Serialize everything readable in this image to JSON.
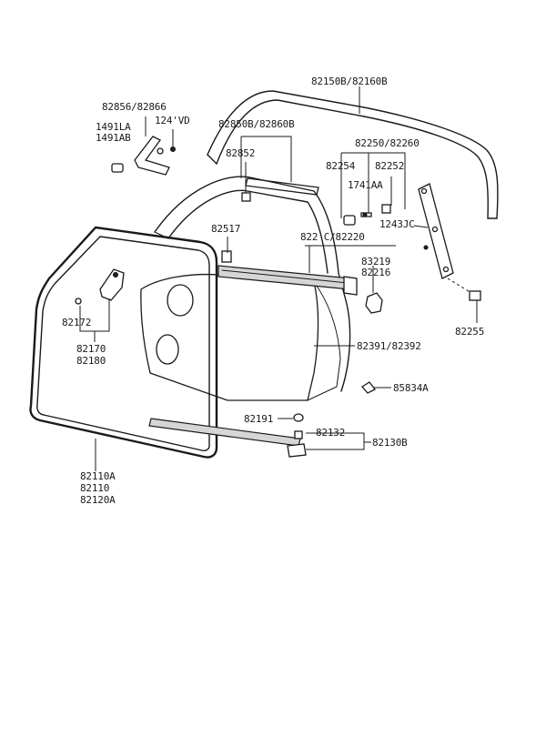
{
  "labels": {
    "roof_molding": "82150B/82160B",
    "bracket": "82856/82866",
    "bolt_a": "1491LA",
    "bolt_b": "1491AB",
    "screw": "124'VD",
    "belt_molding": "82850B/82860B",
    "clip_82852": "82852",
    "channel": "82250/82260",
    "clip_82254": "82254",
    "clip_82252": "82252",
    "screw_1741": "1741AA",
    "screw_1243": "1243JC",
    "clip_82517": "82517",
    "weatherstrip_inner": "822'C/82220",
    "seal_83219": "83219",
    "seal_82216": "82216",
    "clip_82255": "82255",
    "clip_82172": "82172",
    "mirror_a": "82170",
    "mirror_b": "82180",
    "trim_seal": "82391/82392",
    "plug": "85834A",
    "clip_82191": "82191",
    "clip_82132": "82132",
    "lower_seal": "82130B",
    "door_seal_a": "82110A",
    "door_seal_b": "82110",
    "door_seal_c": "82120A"
  }
}
